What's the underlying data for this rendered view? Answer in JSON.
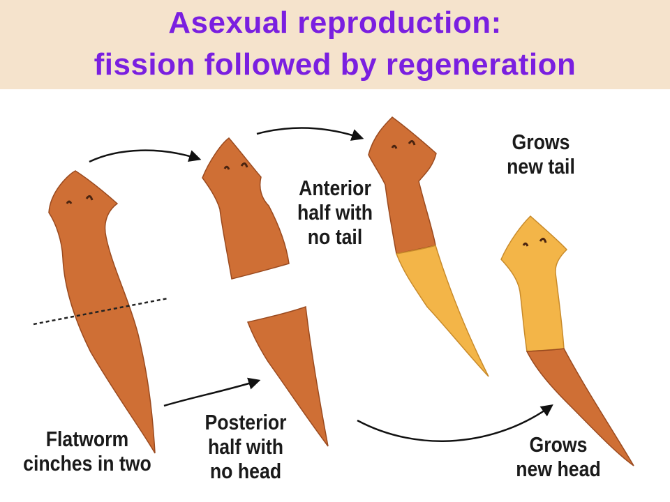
{
  "title": {
    "line1": "Asexual reproduction:",
    "line2": "fission followed by regeneration"
  },
  "labels": {
    "flatworm": [
      "Flatworm",
      "cinches in two"
    ],
    "anterior": [
      "Anterior",
      "half with",
      "no tail"
    ],
    "posterior": [
      "Posterior",
      "half with",
      "no head"
    ],
    "grows_tail": [
      "Grows",
      "new tail"
    ],
    "grows_head": [
      "Grows",
      "new head"
    ]
  },
  "colors": {
    "title": "#7a1fe0",
    "title_band": "#f5e3cc",
    "worm_body": "#cf6f35",
    "regenerated_tissue": "#f3b548",
    "arrow": "#111111"
  },
  "icons": [
    "worm-whole",
    "worm-anterior-half",
    "worm-posterior-half",
    "worm-regrown-tail",
    "worm-regrown-head",
    "arrow"
  ]
}
